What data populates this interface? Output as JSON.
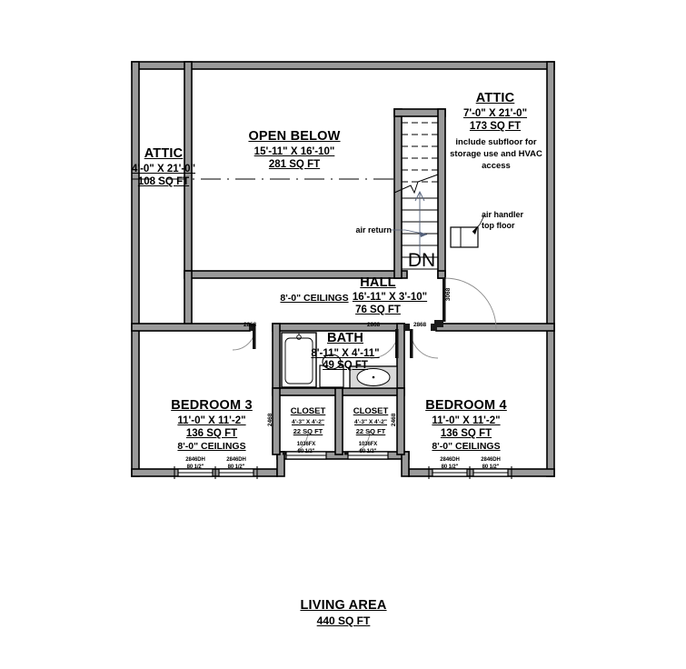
{
  "drawing": {
    "type": "architectural-floor-plan",
    "level": "upper floor"
  },
  "rooms": [
    {
      "id": "attic-left",
      "name": "ATTIC",
      "dimensions": "4'-0\" X 21'-0\"",
      "area": "108 SQ FT",
      "ceilings": "",
      "note": ""
    },
    {
      "id": "open-below",
      "name": "OPEN BELOW",
      "dimensions": "15'-11\" X 16'-10\"",
      "area": "281 SQ FT",
      "ceilings": "",
      "note": ""
    },
    {
      "id": "attic-right",
      "name": "ATTIC",
      "dimensions": "7'-0\" X 21'-0\"",
      "area": "173 SQ FT",
      "ceilings": "",
      "note": "include subfloor for storage use and HVAC access"
    },
    {
      "id": "hall",
      "name": "HALL",
      "dimensions": "16'-11\" X 3'-10\"",
      "area": "76 SQ FT",
      "ceilings": "8'-0\" CEILINGS",
      "note": ""
    },
    {
      "id": "bath",
      "name": "BATH",
      "dimensions": "8'-11\" X 4'-11\"",
      "area": "49 SQ FT",
      "ceilings": "",
      "note": ""
    },
    {
      "id": "bedroom-3",
      "name": "BEDROOM 3",
      "dimensions": "11'-0\" X 11'-2\"",
      "area": "136 SQ FT",
      "ceilings": "8'-0\" CEILINGS",
      "note": ""
    },
    {
      "id": "bedroom-4",
      "name": "BEDROOM 4",
      "dimensions": "11'-0\" X 11'-2\"",
      "area": "136 SQ FT",
      "ceilings": "8'-0\" CEILINGS",
      "note": ""
    },
    {
      "id": "closet-left",
      "name": "CLOSET",
      "dimensions": "4'-3\" X 4'-2\"",
      "area": "22 SQ FT",
      "ceilings": "",
      "note": ""
    },
    {
      "id": "closet-right",
      "name": "CLOSET",
      "dimensions": "4'-3\" X 4'-2\"",
      "area": "22 SQ FT",
      "ceilings": "",
      "note": ""
    }
  ],
  "stair": {
    "direction_label": "DN"
  },
  "annotations": [
    {
      "id": "air-return",
      "text": "air return"
    },
    {
      "id": "air-handler",
      "text": "air handler\ntop floor"
    },
    {
      "id": "air-handler-line1",
      "text": "air handler"
    },
    {
      "id": "air-handler-line2",
      "text": "top floor"
    }
  ],
  "door_tags": [
    {
      "id": "door-bedroom3",
      "label": "2868"
    },
    {
      "id": "door-bath",
      "label": "2868"
    },
    {
      "id": "door-bedroom4",
      "label": "2868"
    },
    {
      "id": "door-hall-exterior",
      "label": "3068"
    },
    {
      "id": "door-closet-left",
      "label": "2468"
    },
    {
      "id": "door-closet-right",
      "label": "2468"
    }
  ],
  "windows": [
    {
      "id": "win-bed3-a",
      "label": "2846DH",
      "height": "80 1/2\""
    },
    {
      "id": "win-bed3-b",
      "label": "2846DH",
      "height": "80 1/2\""
    },
    {
      "id": "win-closet-left",
      "label": "1036FX",
      "height": "80 1/2\""
    },
    {
      "id": "win-closet-right",
      "label": "1036FX",
      "height": "80 1/2\""
    },
    {
      "id": "win-bed4-a",
      "label": "2846DH",
      "height": "80 1/2\""
    },
    {
      "id": "win-bed4-b",
      "label": "2846DH",
      "height": "80 1/2\""
    }
  ],
  "footer": {
    "title": "LIVING AREA",
    "area": "440 SQ FT"
  },
  "colors": {
    "wall": "#000000",
    "wall_fill": "#9a9a9a",
    "background": "#ffffff",
    "thin_line": "#000000",
    "arc": "#7a7a7a",
    "hvac_line": "#53607a",
    "fixture_fill": "#d9d9d9"
  }
}
